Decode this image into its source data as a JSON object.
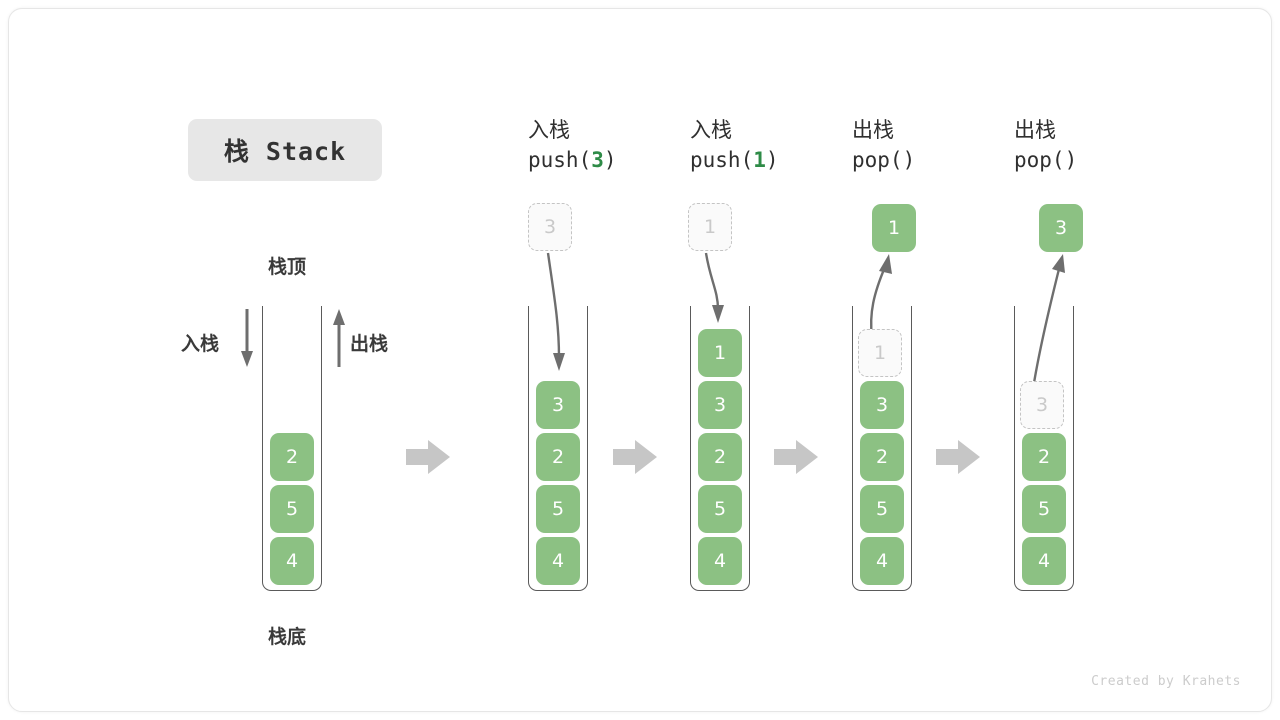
{
  "title": {
    "badge_text": "栈 Stack"
  },
  "colors": {
    "cell_fill": "#8cc183",
    "cell_text": "#ffffff",
    "ghost_fill": "#fafafa",
    "ghost_border": "#c4c4c4",
    "ghost_text": "#c9c9c9",
    "arrow_gray": "#6e6e6e",
    "flow_arrow": "#c6c6c6",
    "badge_bg": "#e7e7e7",
    "arg_green": "#2e8b47"
  },
  "left_diagram": {
    "top_label": "栈顶",
    "bottom_label": "栈底",
    "push_label": "入栈",
    "pop_label": "出栈",
    "cells": [
      "2",
      "5",
      "4"
    ]
  },
  "stages": [
    {
      "id": "push-3",
      "op_cn": "入栈",
      "op_code_prefix": "push(",
      "op_code_arg": "3",
      "op_code_suffix": ")",
      "floating_cell": {
        "value": "3",
        "style": "ghost",
        "position": "above"
      },
      "cells": [
        {
          "value": "3",
          "style": "filled"
        },
        {
          "value": "2",
          "style": "filled"
        },
        {
          "value": "5",
          "style": "filled"
        },
        {
          "value": "4",
          "style": "filled"
        }
      ],
      "arrow_direction": "down"
    },
    {
      "id": "push-1",
      "op_cn": "入栈",
      "op_code_prefix": "push(",
      "op_code_arg": "1",
      "op_code_suffix": ")",
      "floating_cell": {
        "value": "1",
        "style": "ghost",
        "position": "above"
      },
      "cells": [
        {
          "value": "1",
          "style": "filled"
        },
        {
          "value": "3",
          "style": "filled"
        },
        {
          "value": "2",
          "style": "filled"
        },
        {
          "value": "5",
          "style": "filled"
        },
        {
          "value": "4",
          "style": "filled"
        }
      ],
      "arrow_direction": "down"
    },
    {
      "id": "pop-1",
      "op_cn": "出栈",
      "op_code_prefix": "pop(",
      "op_code_arg": "",
      "op_code_suffix": ")",
      "floating_cell": {
        "value": "1",
        "style": "filled",
        "position": "above"
      },
      "cells": [
        {
          "value": "1",
          "style": "ghost"
        },
        {
          "value": "3",
          "style": "filled"
        },
        {
          "value": "2",
          "style": "filled"
        },
        {
          "value": "5",
          "style": "filled"
        },
        {
          "value": "4",
          "style": "filled"
        }
      ],
      "arrow_direction": "up"
    },
    {
      "id": "pop-3",
      "op_cn": "出栈",
      "op_code_prefix": "pop(",
      "op_code_arg": "",
      "op_code_suffix": ")",
      "floating_cell": {
        "value": "3",
        "style": "filled",
        "position": "above"
      },
      "cells": [
        {
          "value": "3",
          "style": "ghost"
        },
        {
          "value": "2",
          "style": "filled"
        },
        {
          "value": "5",
          "style": "filled"
        },
        {
          "value": "4",
          "style": "filled"
        }
      ],
      "arrow_direction": "up"
    }
  ],
  "footer": {
    "credit": "Created by Krahets"
  }
}
